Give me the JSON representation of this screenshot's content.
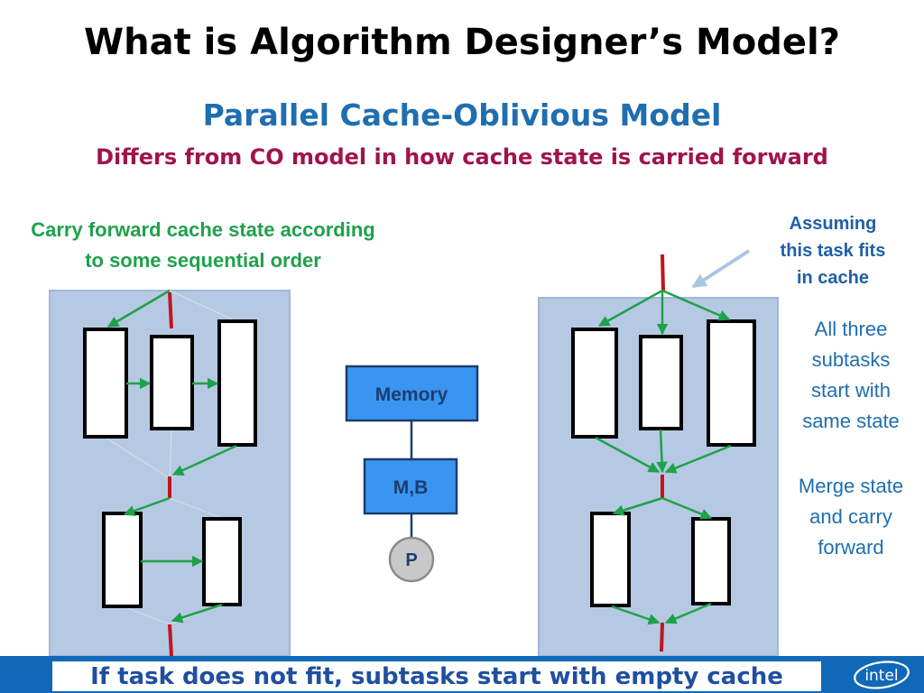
{
  "slide": {
    "title": "What is Algorithm Designer’s Model?",
    "subtitle": "Parallel Cache-Oblivious Model",
    "subtitle2": "Differs from CO model in how cache state is carried forward",
    "left_note_line1": "Carry forward cache state according",
    "left_note_line2": "to some sequential order",
    "assume_line1": "Assuming",
    "assume_line2": "this task fits",
    "assume_line3": "in cache",
    "right_note1": [
      "All three",
      "subtasks",
      "start with",
      "same state"
    ],
    "right_note2": [
      "Merge state",
      "and carry",
      "forward"
    ],
    "bottom_text": "If task does not fit, subtasks start with empty cache",
    "logo_text": "intel"
  },
  "diagram": {
    "memory_label": "Memory",
    "cache_label": "M,B",
    "processor_label": "P"
  },
  "colors": {
    "title": "#000000",
    "subtitle": "#1f6eb0",
    "subtitle2": "#a0144a",
    "green": "#1ea14a",
    "panel": "#b6c9e2",
    "box_blue": "#3a95f0",
    "bottom_band": "#1168b8",
    "red_edge": "#c0141e"
  }
}
